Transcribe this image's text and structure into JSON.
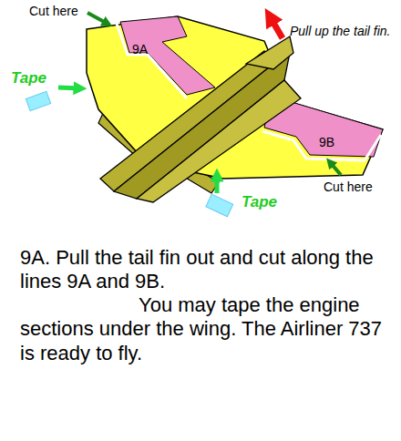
{
  "diagram": {
    "labels": [
      "Cut here",
      "Pull up the tail fin.",
      "9A",
      "Tape",
      "9B",
      "Cut here",
      "Tape",
      "9A. Pull the tail fin out and cut along the lines 9A and 9B.",
      "You may tape the engine sections under the wing. The Airliner 737 is ready to fly."
    ]
  }
}
